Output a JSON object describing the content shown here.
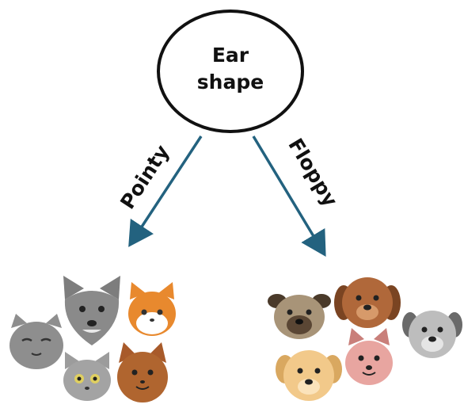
{
  "root_node": {
    "line1": "Ear",
    "line2": "shape"
  },
  "branches": [
    {
      "label": "Pointy",
      "group": "cats"
    },
    {
      "label": "Floppy",
      "group": "dogs"
    }
  ],
  "colors": {
    "arrow": "#23627f",
    "node_stroke": "#111111",
    "cat_gray": "#8e8e8e",
    "cat_orange": "#e8892e",
    "cat_brown": "#a85a2a",
    "dog_tan": "#a89478",
    "dog_brown": "#b0683a",
    "dog_light": "#f2c98a",
    "dog_gray": "#bdbdbd",
    "dog_pink": "#e8a5a0"
  },
  "icons": {
    "cats": [
      "gray-cat-icon",
      "wolf-cat-icon",
      "orange-cat-icon",
      "gray-kitten-icon",
      "brown-cat-icon"
    ],
    "dogs": [
      "pug-icon",
      "brown-dog-icon",
      "gray-dog-icon",
      "yellow-dog-icon",
      "pink-dog-icon"
    ]
  }
}
